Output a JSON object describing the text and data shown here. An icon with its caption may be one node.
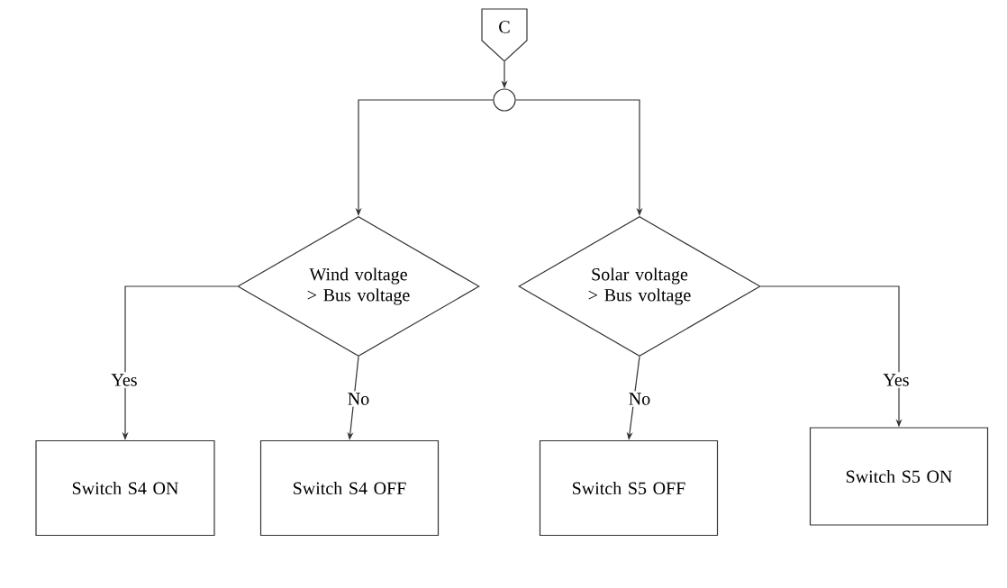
{
  "diagram": {
    "nodes": [
      {
        "text": [
          "C"
        ]
      },
      {
        "text": [],
        "shape": "circle"
      },
      {
        "text": [
          "Wind voltage > Bus voltage"
        ]
      },
      {
        "text": [
          "Solar voltage > Bus voltage"
        ]
      },
      {
        "text": [
          "Switch S4 ON"
        ]
      },
      {
        "text": [
          "Switch S4 OFF"
        ]
      },
      {
        "text": [
          "Switch S5 OFF"
        ]
      },
      {
        "text": [
          "Switch S5 ON"
        ]
      }
    ],
    "edges": [
      {
        "from": 0,
        "to": 1,
        "arrow": "to"
      },
      {
        "from": 1,
        "to": 2,
        "arrow": "to"
      },
      {
        "from": 1,
        "to": 3,
        "arrow": "to"
      },
      {
        "from": 2,
        "to": 4,
        "arrow": "to",
        "label": "Yes"
      },
      {
        "from": 2,
        "to": 5,
        "arrow": "to",
        "label": "No"
      },
      {
        "from": 3,
        "to": 6,
        "arrow": "to",
        "label": "No"
      },
      {
        "from": 3,
        "to": 7,
        "arrow": "to",
        "label": "Yes"
      }
    ]
  }
}
